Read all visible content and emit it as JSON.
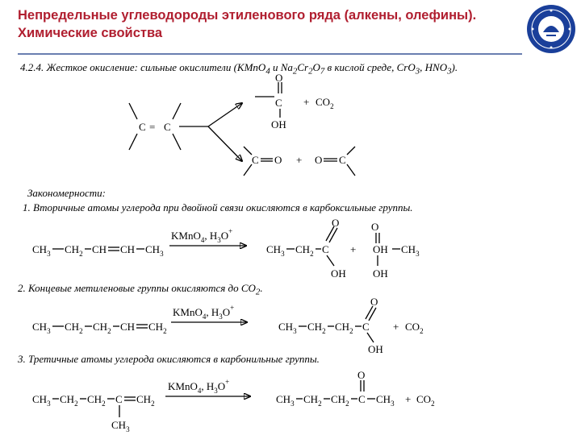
{
  "title": {
    "line1": "Непредельные углеводороды этиленового ряда (алкены, олефины).",
    "line2": "Химические свойства"
  },
  "colors": {
    "title": "#b01e2f",
    "separator": "#6a7eb0",
    "logo": "#1a3f9a"
  },
  "intro": {
    "prefix": "4.2.4. Жесткое окисление: сильные окислители (KMnO",
    "sub1": "4",
    "mid1": " и Na",
    "sub2": "2",
    "mid2": "Cr",
    "sub3": "2",
    "mid3": "O",
    "sub4": "7",
    "mid4": " в кислой среде, CrO",
    "sub5": "3",
    "mid5": ", HNO",
    "sub6": "3",
    "suffix": ")."
  },
  "scheme": {
    "c": "C",
    "eq": "=",
    "o": "O",
    "oh": "OH",
    "plus": "+",
    "co2": "CO",
    "co2_sub": "2"
  },
  "rules": {
    "heading": "Закономерности:",
    "rule1": "1. Вторичные атомы углерода при двойной связи окисляются в карбоксильные группы.",
    "rule2_prefix": "2. Концевые метиленовые группы окисляются до CO",
    "rule2_sub": "2",
    "rule2_suffix": ".",
    "rule3": "3. Третичные атомы углерода окисляются в карбонильные группы."
  },
  "reagent": {
    "kmno": "KMnO",
    "kmno_sub": "4",
    "sep": ", H",
    "h_sub": "3",
    "o": "O",
    "plus_sup": "+"
  },
  "formula": {
    "ch": "CH",
    "ch2": "CH",
    "sub2": "2",
    "sub3": "3",
    "c": "C",
    "o": "O",
    "oh": "OH",
    "plus": "+",
    "co2": "CO",
    "co2_sub": "2"
  }
}
